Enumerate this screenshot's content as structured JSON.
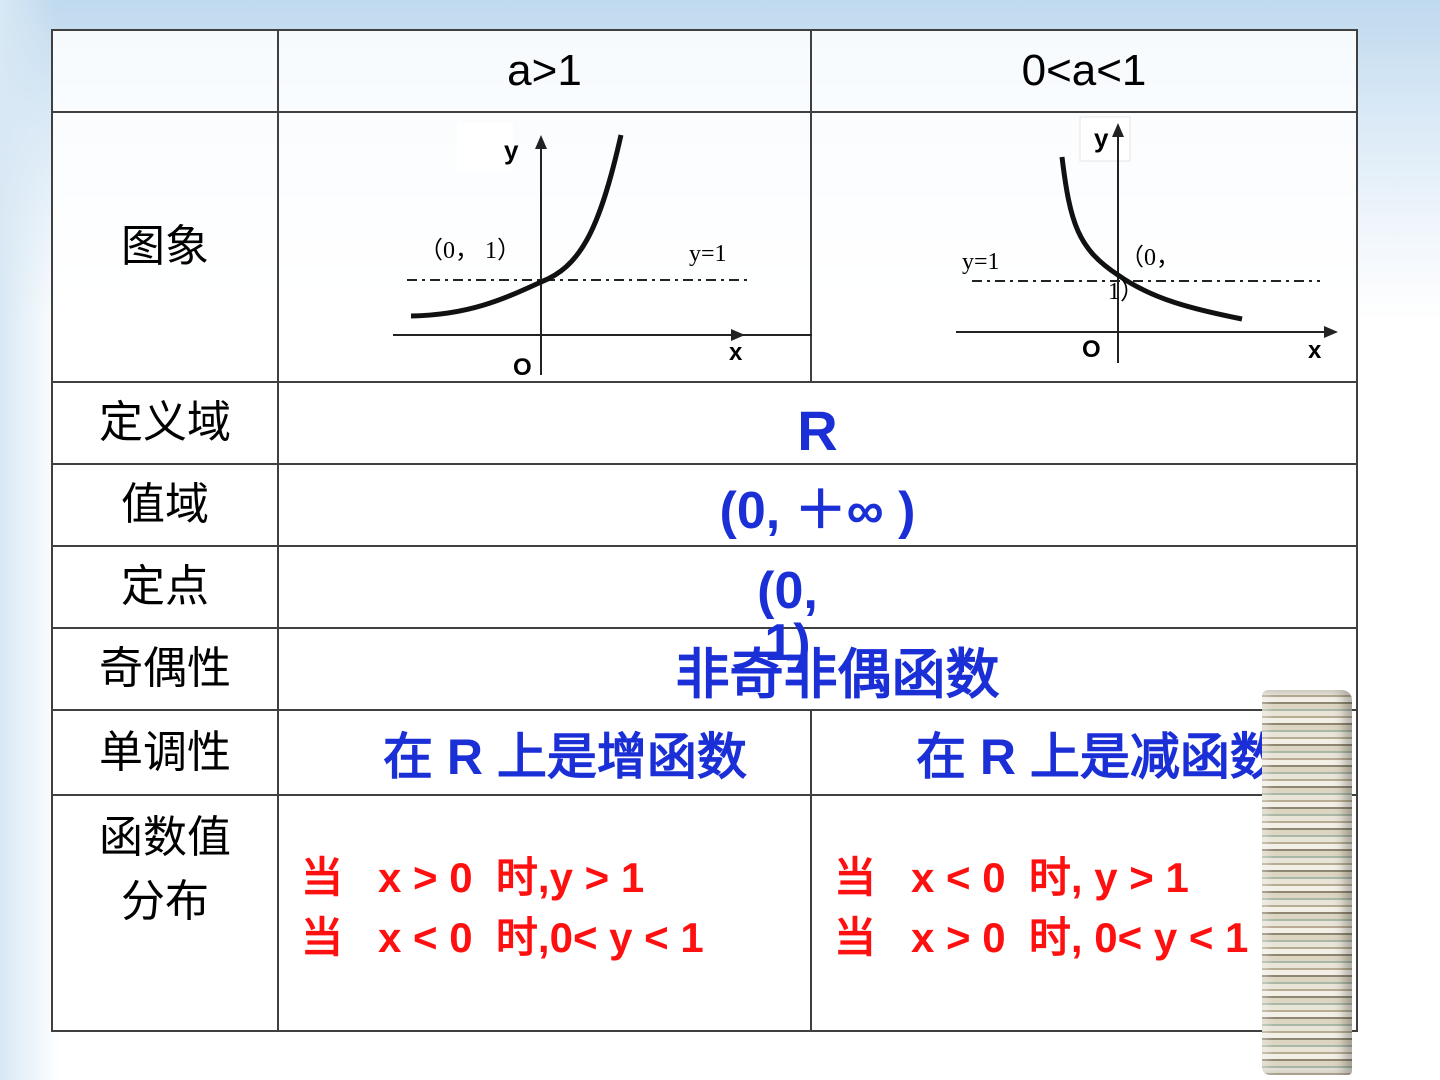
{
  "table": {
    "header": {
      "empty": "",
      "col1": "a>1",
      "col2": "0<a<1"
    },
    "rows": {
      "graph_label": "图象",
      "domain_label": "定义域",
      "domain_value": "R",
      "range_label": "值域",
      "range_value": "(0, ＋∞ )",
      "fixed_point_label": "定点",
      "fixed_point_value_line1": "(0,",
      "fixed_point_value_line2": "1)",
      "parity_label": "奇偶性",
      "parity_value": "非奇非偶函数",
      "monotonic_label": "单调性",
      "monotonic_value_1": "在 R 上是增函数",
      "monotonic_value_2": "在 R 上是减函数",
      "distribution_label_line1": "函数值",
      "distribution_label_line2": "分布",
      "distribution_1_line1": "当   x > 0  时,y > 1",
      "distribution_1_line2": "当   x < 0  时,0< y < 1",
      "distribution_2_line1": "当   x < 0  时, y > 1",
      "distribution_2_line2": "当   x > 0  时, 0< y < 1"
    }
  },
  "graph1": {
    "y_label": "y",
    "x_label": "x",
    "origin": "O",
    "point_label": "（0， 1）",
    "line_label": "y=1"
  },
  "graph2": {
    "y_label": "y",
    "x_label": "x",
    "origin": "O",
    "point_label_line1": "（0，",
    "point_label_line2": "1）",
    "line_label": "y=1"
  }
}
